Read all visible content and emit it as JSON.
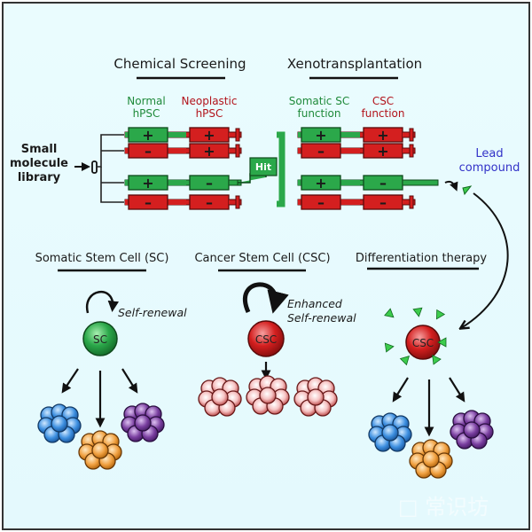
{
  "sections": {
    "chemical_screening": {
      "title": "Chemical Screening",
      "col1": [
        "Normal",
        "hPSC"
      ],
      "col2": [
        "Neoplastic",
        "hPSC"
      ],
      "rows": [
        {
          "a": "+",
          "b": "+",
          "a_color": "green",
          "b_color": "red"
        },
        {
          "a": "-",
          "b": "+",
          "a_color": "red",
          "b_color": "red"
        },
        {
          "a": "+",
          "b": "-",
          "a_color": "green",
          "b_color": "green"
        },
        {
          "a": "-",
          "b": "-",
          "a_color": "red",
          "b_color": "red"
        }
      ]
    },
    "xenotransplantation": {
      "title": "Xenotransplantation",
      "col1": [
        "Somatic SC",
        "function"
      ],
      "col2": [
        "CSC",
        "function"
      ],
      "rows": [
        {
          "a": "+",
          "b": "+",
          "a_color": "green",
          "b_color": "red"
        },
        {
          "a": "-",
          "b": "+",
          "a_color": "red",
          "b_color": "red"
        },
        {
          "a": "+",
          "b": "-",
          "a_color": "green",
          "b_color": "green"
        },
        {
          "a": "-",
          "b": "-",
          "a_color": "red",
          "b_color": "red"
        }
      ]
    },
    "library": [
      "Small",
      "molecule",
      "library"
    ],
    "hit_label": "Hit",
    "lead_compound": [
      "Lead",
      "compound"
    ],
    "somatic": {
      "title": "Somatic Stem Cell (SC)",
      "renewal": "Self-renewal",
      "cell": "SC"
    },
    "cancer": {
      "title": "Cancer Stem Cell (CSC)",
      "renewal": [
        "Enhanced",
        "Self-renewal"
      ],
      "cell": "CSC"
    },
    "therapy": {
      "title": "Differentiation therapy",
      "cell": "CSC"
    },
    "watermark": "□ 常识坊"
  },
  "colors": {
    "green": "#2ba84a",
    "red": "#d41f1f",
    "blue_text": "#3232c8",
    "background": "#e8fbfd",
    "cluster_blue": "#3d8fe0",
    "cluster_orange": "#f0a040",
    "cluster_purple": "#7a3fa0",
    "cluster_pink": "#f2b8b8"
  }
}
